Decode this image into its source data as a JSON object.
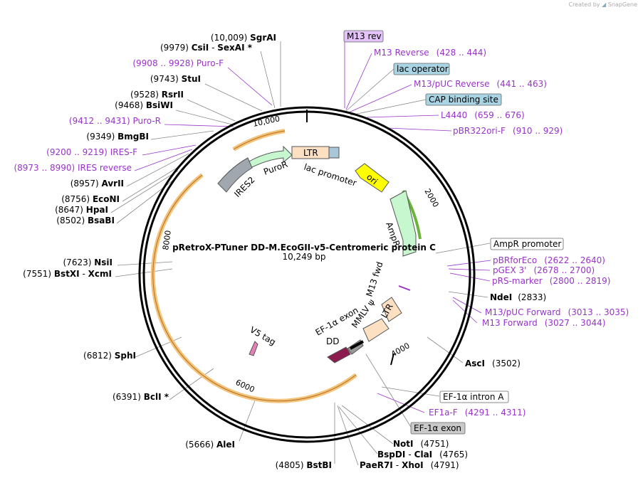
{
  "credit": {
    "prefix": "Created by",
    "brand": "SnapGene"
  },
  "plasmid": {
    "name": "pRetroX-PTuner DD-M.EcoGII-v5-Centromeric protein C",
    "size": "10,249 bp"
  },
  "ticks": [
    "10,000",
    "2000",
    "4000",
    "6000",
    "8000"
  ],
  "features": {
    "ltr_top": "LTR",
    "lac_promoter": "lac promoter",
    "puror": "PuroR",
    "ires2": "IRES2",
    "ori": "ori",
    "ampr": "AmpR",
    "m13_fwd": "M13 fwd",
    "ltr_bottom": "LTR",
    "mmlv": "MMLV ψ",
    "ef1a_exon": "EF-1α exon",
    "dd": "DD",
    "v5_tag": "V5 tag"
  },
  "labels": {
    "sgrai": {
      "num": "(10,009)",
      "name": "SgrAI"
    },
    "csii": {
      "num": "(9979)",
      "name": "CsiI",
      "name2": "SexAI *"
    },
    "purof": {
      "num": "(9908 .. 9928)",
      "name": "Puro-F"
    },
    "stui": {
      "num": "(9743)",
      "name": "StuI"
    },
    "rsrii": {
      "num": "(9528)",
      "name": "RsrII"
    },
    "bsiwi": {
      "num": "(9468)",
      "name": "BsiWI"
    },
    "puror": {
      "num": "(9412 .. 9431)",
      "name": "Puro-R"
    },
    "bmgbi": {
      "num": "(9349)",
      "name": "BmgBI"
    },
    "iresf": {
      "num": "(9200 .. 9219)",
      "name": "IRES-F"
    },
    "iresrev": {
      "num": "(8973 .. 8990)",
      "name": "IRES reverse"
    },
    "avrii": {
      "num": "(8957)",
      "name": "AvrII"
    },
    "econi": {
      "num": "(8756)",
      "name": "EcoNI"
    },
    "hpai": {
      "num": "(8647)",
      "name": "HpaI"
    },
    "bsabi": {
      "num": "(8502)",
      "name": "BsaBI"
    },
    "nsii": {
      "num": "(7623)",
      "name": "NsiI"
    },
    "bstxi": {
      "num": "(7551)",
      "name": "BstXI",
      "name2": "XcmI"
    },
    "sphi": {
      "num": "(6812)",
      "name": "SphI"
    },
    "bcli": {
      "num": "(6391)",
      "name": "BclI *"
    },
    "alei": {
      "num": "(5666)",
      "name": "AleI"
    },
    "bstbi": {
      "num": "(4805)",
      "name": "BstBI"
    },
    "m13rev": {
      "name": "M13 rev"
    },
    "m13reverse": {
      "name": "M13 Reverse",
      "num": "(428 .. 444)"
    },
    "lacop": {
      "name": "lac operator"
    },
    "m13puc_rev": {
      "name": "M13/pUC Reverse",
      "num": "(441 .. 463)"
    },
    "cap": {
      "name": "CAP binding site"
    },
    "l4440": {
      "name": "L4440",
      "num": "(659 .. 676)"
    },
    "pbr322": {
      "name": "pBR322ori-F",
      "num": "(910 .. 929)"
    },
    "amprprom": {
      "name": "AmpR promoter"
    },
    "pbrforeco": {
      "name": "pBRforEco",
      "num": "(2622 .. 2640)"
    },
    "pgex": {
      "name": "pGEX 3'",
      "num": "(2678 .. 2700)"
    },
    "prsmarker": {
      "name": "pRS-marker",
      "num": "(2800 .. 2819)"
    },
    "ndei": {
      "name": "NdeI",
      "num": "(2833)"
    },
    "m13puc_fwd": {
      "name": "M13/pUC Forward",
      "num": "(3013 .. 3035)"
    },
    "m13fwd": {
      "name": "M13 Forward",
      "num": "(3027 .. 3044)"
    },
    "asci": {
      "name": "AscI",
      "num": "(3502)"
    },
    "ef1a_intron": {
      "name": "EF-1α intron A"
    },
    "ef1af": {
      "name": "EF1a-F",
      "num": "(4291 .. 4311)"
    },
    "ef1a_exon": {
      "name": "EF-1α exon"
    },
    "noti": {
      "name": "NotI",
      "num": "(4751)"
    },
    "bspdi": {
      "name": "BspDI",
      "name2": "ClaI",
      "num": "(4765)"
    },
    "paer7i": {
      "name": "PaeR7I",
      "name2": "XhoI",
      "num": "(4791)"
    }
  }
}
